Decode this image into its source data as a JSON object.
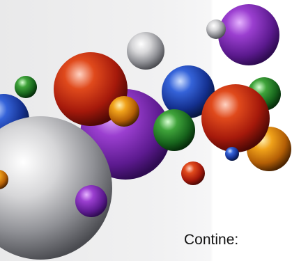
{
  "caption": {
    "text": "Contine:"
  },
  "spheres": [
    {
      "color": "silver"
    },
    {
      "color": "purple"
    },
    {
      "color": "red"
    },
    {
      "color": "blue"
    },
    {
      "color": "green"
    },
    {
      "color": "orange"
    }
  ]
}
